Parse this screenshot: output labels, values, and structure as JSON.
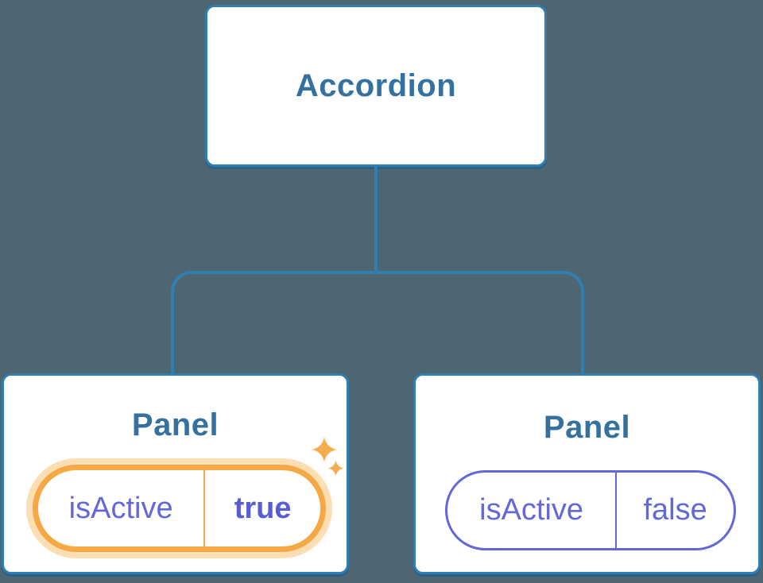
{
  "colors": {
    "canvas-bg": "#4D6671",
    "node-bg": "#FFFFFF",
    "node-border": "#2F7FB2",
    "node-shadow": "#2B6089",
    "connector": "#2F7FB2",
    "node-title": "#35719E",
    "prop-purple": "#6468D7",
    "prop-value-active": "#585DD3",
    "highlight-orange": "#F5A845",
    "highlight-divider": "#F2A94E",
    "highlight-glow": "#FBDFB2",
    "sparkle": "#F6AB4D"
  },
  "tree": {
    "root": {
      "label": "Accordion"
    },
    "children": [
      {
        "label": "Panel",
        "prop_name": "isActive",
        "prop_value": "true",
        "highlighted": true,
        "sparkle_icons": [
          "sparkle-large",
          "sparkle-small"
        ]
      },
      {
        "label": "Panel",
        "prop_name": "isActive",
        "prop_value": "false",
        "highlighted": false
      }
    ]
  }
}
